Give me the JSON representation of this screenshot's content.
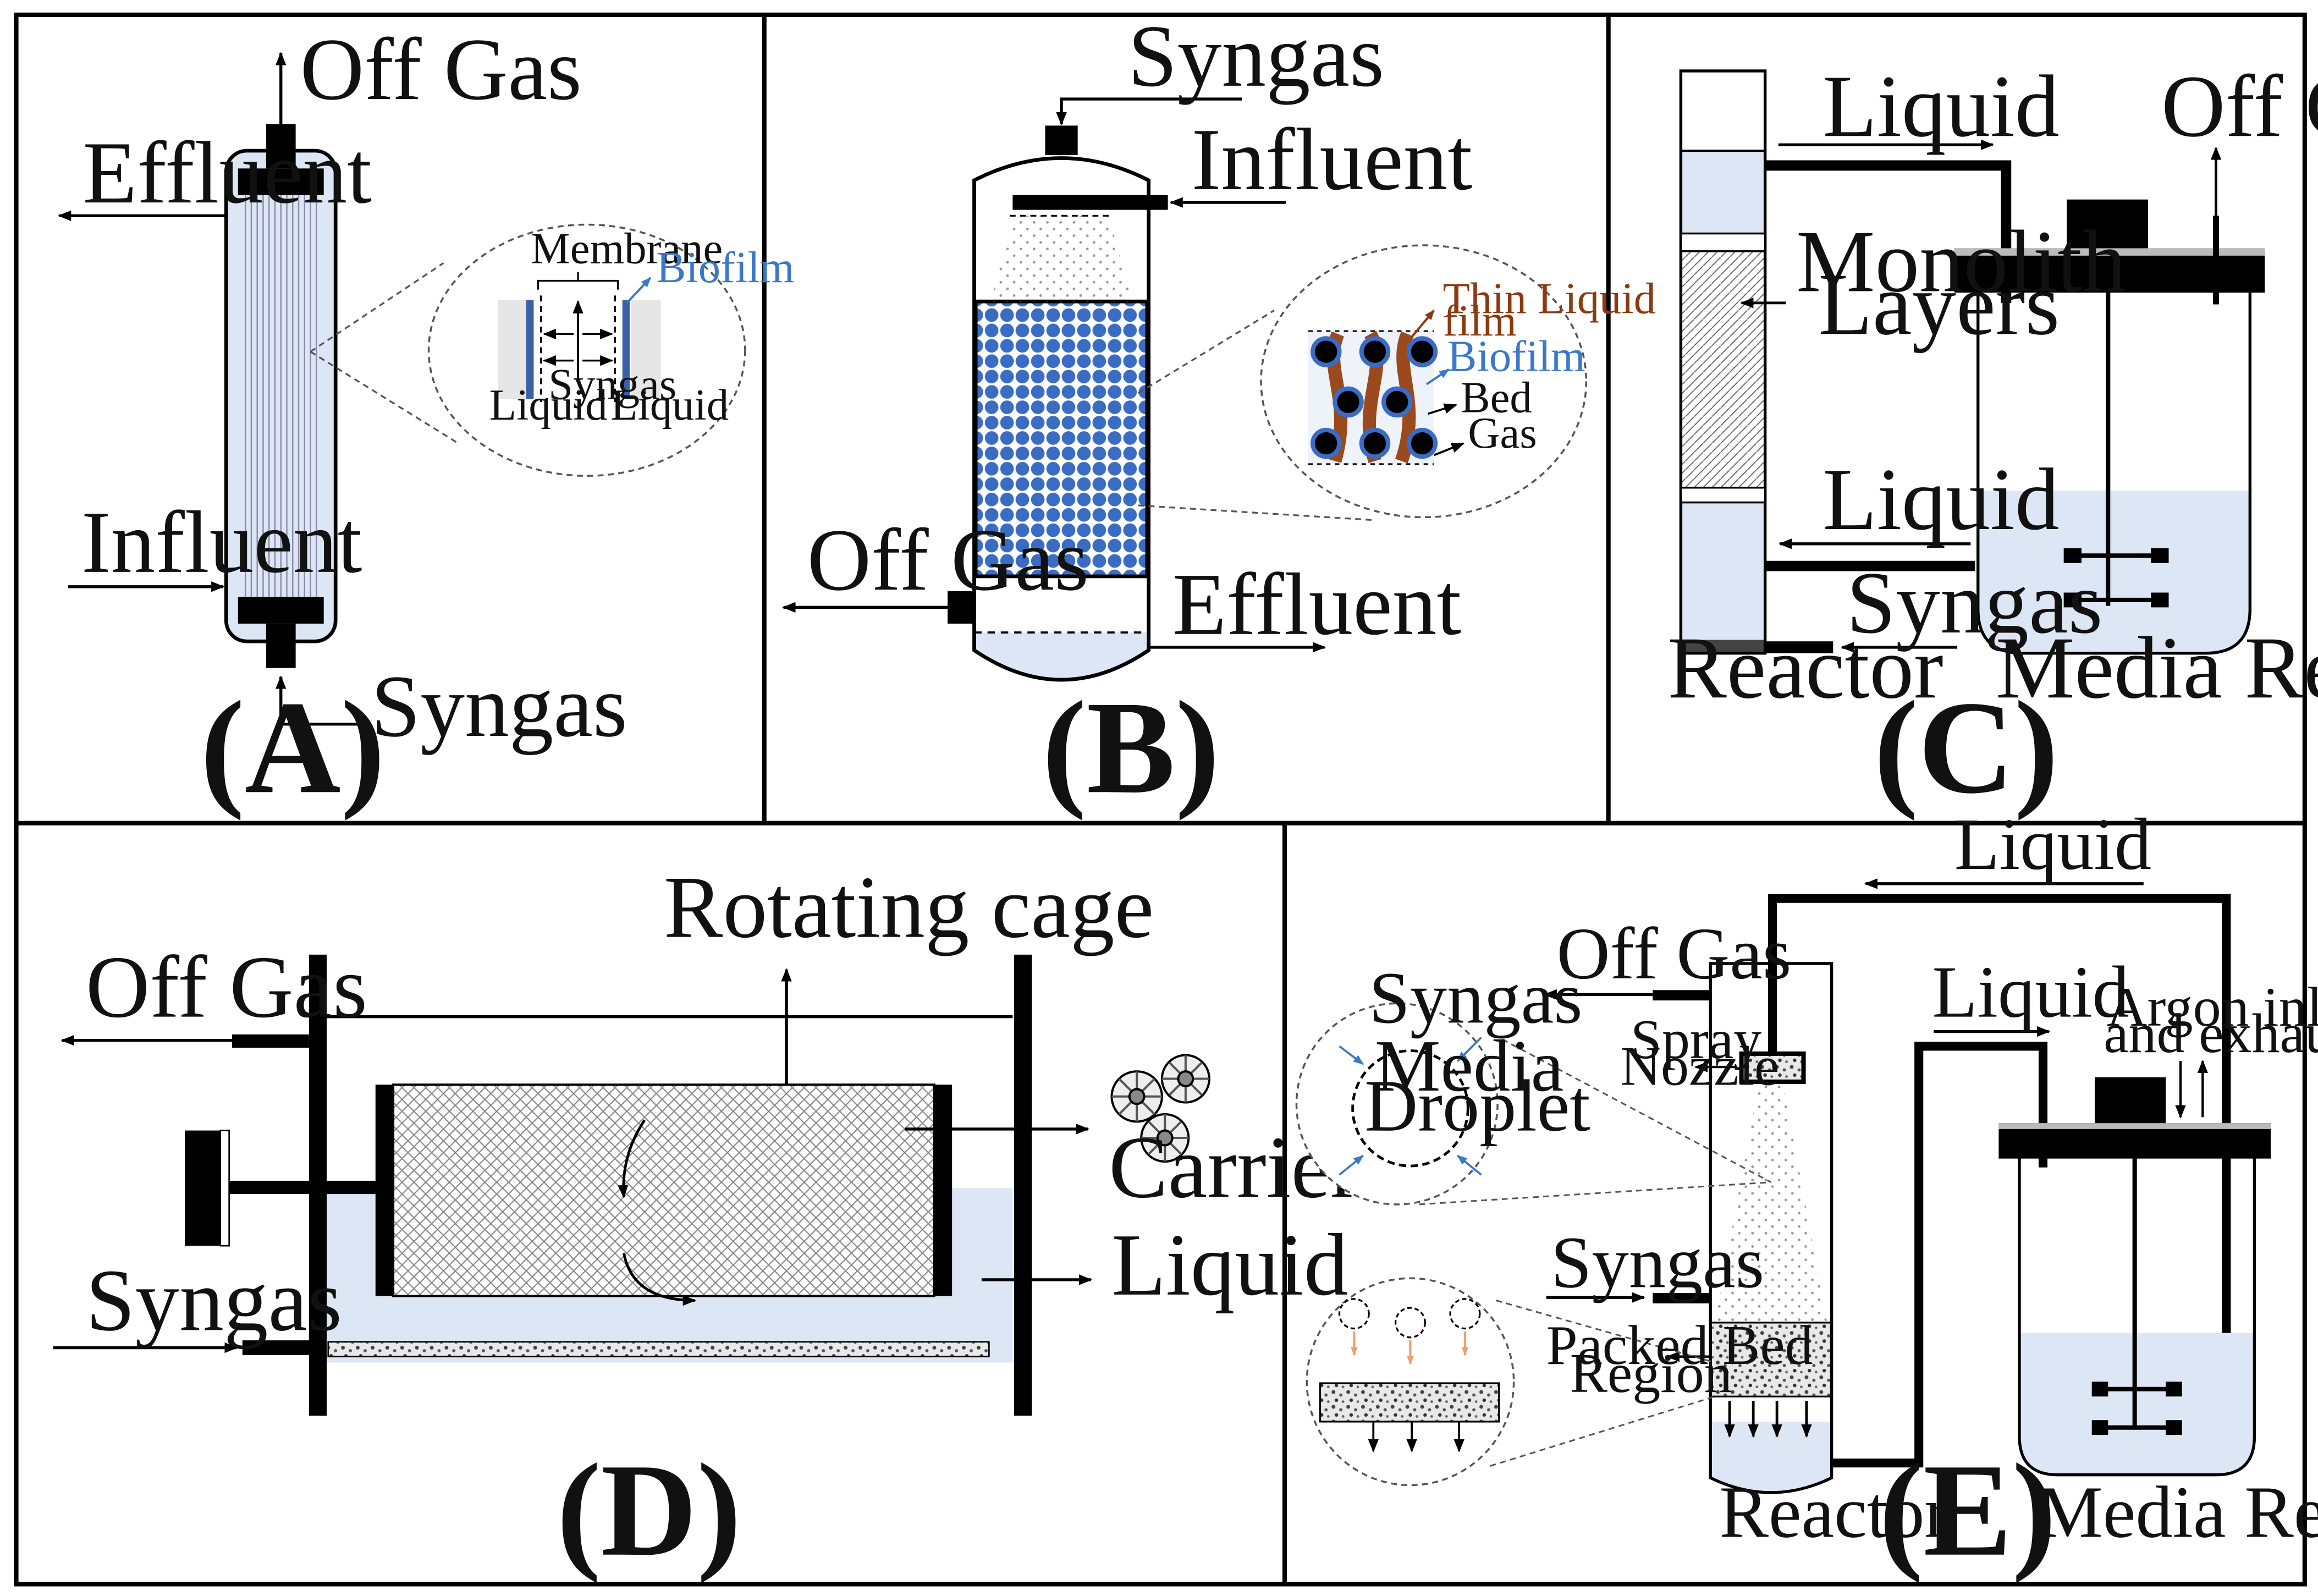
{
  "panels": {
    "a": {
      "tag": "(A)",
      "off_gas": "Off Gas",
      "effluent": "Effluent",
      "influent": "Influent",
      "syngas": "Syngas",
      "zoom_membrane": "Membrane",
      "zoom_biofilm": "Biofilm",
      "zoom_syngas": "Syngas",
      "zoom_liquid_left": "Liquid",
      "zoom_liquid_right": "Liquid"
    },
    "b": {
      "tag": "(B)",
      "syngas": "Syngas",
      "influent": "Influent",
      "off_gas": "Off Gas",
      "effluent": "Effluent",
      "zoom_thin_liquid_1": "Thin Liquid",
      "zoom_thin_liquid_2": "film",
      "zoom_biofilm": "Biofilm",
      "zoom_bed": "Bed",
      "zoom_gas": "Gas"
    },
    "c": {
      "tag": "(C)",
      "liquid_top": "Liquid",
      "off_gas": "Off Gas",
      "monolith_1": "Monolith",
      "monolith_2": "Layers",
      "liquid_bottom": "Liquid",
      "syngas": "Syngas",
      "reactor": "Reactor",
      "media_reservoir": "Media Reservior"
    },
    "d": {
      "tag": "(D)",
      "rotating_cage": "Rotating cage",
      "off_gas": "Off Gas",
      "carrier": "Carrier",
      "liquid": "Liquid",
      "syngas": "Syngas"
    },
    "e": {
      "tag": "(E)",
      "liquid_top": "Liquid",
      "off_gas": "Off Gas",
      "liquid_mid": "Liquid",
      "argon_1": "Argon inlet",
      "argon_2": "and exhaust",
      "zoom_syngas": "Syngas",
      "zoom_media": "Media",
      "zoom_droplet": "Droplet",
      "spray_1": "Spray",
      "spray_2": "Nozzle",
      "syngas": "Syngas",
      "packed_1": "Packed Bed",
      "packed_2": "Region",
      "reactor": "Reactor",
      "media_reservoir": "Media Reservior"
    }
  },
  "colors": {
    "liquid": "#dde6f5",
    "bead": "#3b6cc4",
    "biofilm_text": "#3b78c8",
    "film_text": "#8b3a10",
    "film": "#9a4a1c",
    "droplet_arrow": "#f0a070",
    "ink": "#000000"
  }
}
